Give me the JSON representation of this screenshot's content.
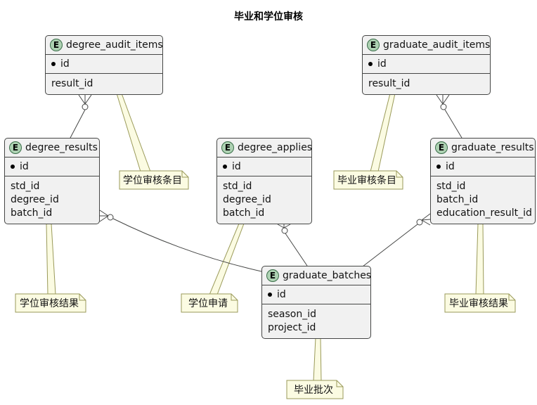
{
  "title": "毕业和学位审核",
  "colors": {
    "entity_fill": "#f1f1f1",
    "entity_border": "#454645",
    "spot_fill": "#add1b2",
    "spot_border": "#3a6e49",
    "note_fill": "#fbfbe2",
    "note_border": "#9a9a59",
    "line_color": "#454645"
  },
  "entities": [
    {
      "name": "degree_audit_items",
      "spot": "E",
      "primary_key": "id",
      "fields": [
        "result_id"
      ]
    },
    {
      "name": "graduate_audit_items",
      "spot": "E",
      "primary_key": "id",
      "fields": [
        "result_id"
      ]
    },
    {
      "name": "degree_results",
      "spot": "E",
      "primary_key": "id",
      "fields": [
        "std_id",
        "degree_id",
        "batch_id"
      ]
    },
    {
      "name": "degree_applies",
      "spot": "E",
      "primary_key": "id",
      "fields": [
        "std_id",
        "degree_id",
        "batch_id"
      ]
    },
    {
      "name": "graduate_results",
      "spot": "E",
      "primary_key": "id",
      "fields": [
        "std_id",
        "batch_id",
        "education_result_id"
      ]
    },
    {
      "name": "graduate_batches",
      "spot": "E",
      "primary_key": "id",
      "fields": [
        "season_id",
        "project_id"
      ]
    }
  ],
  "notes": [
    {
      "text": "学位审核条目",
      "target": "degree_audit_items"
    },
    {
      "text": "毕业审核条目",
      "target": "graduate_audit_items"
    },
    {
      "text": "学位审核结果",
      "target": "degree_results"
    },
    {
      "text": "学位申请",
      "target": "degree_applies"
    },
    {
      "text": "毕业审核结果",
      "target": "graduate_results"
    },
    {
      "text": "毕业批次",
      "target": "graduate_batches"
    }
  ],
  "relationships": [
    {
      "from": "degree_results",
      "to": "degree_audit_items",
      "to_marker": "zero-or-many"
    },
    {
      "from": "graduate_results",
      "to": "graduate_audit_items",
      "to_marker": "zero-or-many"
    },
    {
      "from": "graduate_batches",
      "to": "degree_results",
      "to_marker": "zero-or-many"
    },
    {
      "from": "graduate_batches",
      "to": "degree_applies",
      "to_marker": "zero-or-many"
    },
    {
      "from": "graduate_batches",
      "to": "graduate_results",
      "to_marker": "zero-or-many"
    }
  ]
}
